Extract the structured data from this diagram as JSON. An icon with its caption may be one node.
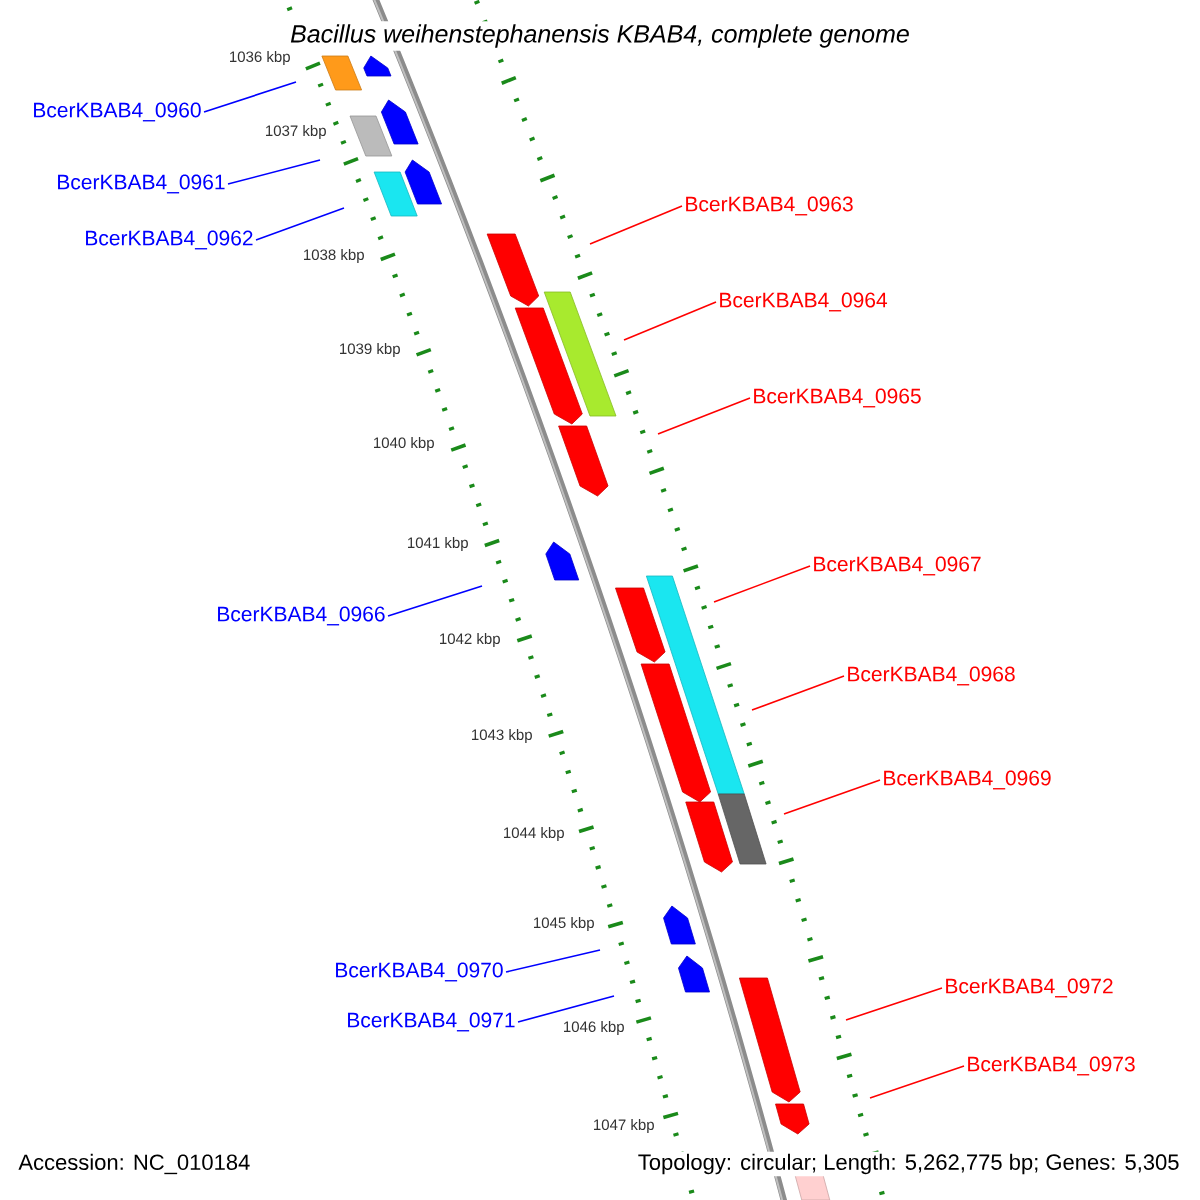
{
  "diagram": {
    "title": "Bacillus weihenstephanensis KBAB4, complete genome",
    "nodes": [
      {
        "text": [
          "BcerKBAB4_0960"
        ]
      },
      {
        "text": [
          "BcerKBAB4_0961"
        ]
      },
      {
        "text": [
          "BcerKBAB4_0962"
        ]
      },
      {
        "text": [
          "BcerKBAB4_0963"
        ]
      },
      {
        "text": [
          "BcerKBAB4_0964"
        ]
      },
      {
        "text": [
          "BcerKBAB4_0965"
        ]
      },
      {
        "text": [
          "BcerKBAB4_0967"
        ]
      },
      {
        "text": [
          "BcerKBAB4_0966"
        ]
      },
      {
        "text": [
          "BcerKBAB4_0968"
        ]
      },
      {
        "text": [
          "BcerKBAB4_0969"
        ]
      },
      {
        "text": [
          "BcerKBAB4_0970"
        ]
      },
      {
        "text": [
          "BcerKBAB4_0972"
        ]
      },
      {
        "text": [
          "BcerKBAB4_0971"
        ]
      },
      {
        "text": [
          "BcerKBAB4_0973"
        ]
      }
    ],
    "edges": [
      {
        "from": 0,
        "to": null,
        "arrow": "none",
        "color": "#0000ff"
      },
      {
        "from": 1,
        "to": null,
        "arrow": "none",
        "color": "#0000ff"
      },
      {
        "from": 2,
        "to": null,
        "arrow": "none",
        "color": "#0000ff"
      },
      {
        "from": 3,
        "to": null,
        "arrow": "none"
      },
      {
        "from": 4,
        "to": null,
        "arrow": "none"
      },
      {
        "from": 5,
        "to": null,
        "arrow": "none"
      },
      {
        "from": 6,
        "to": null,
        "arrow": "none"
      },
      {
        "from": 7,
        "to": null,
        "arrow": "none",
        "color": "#0000ff"
      },
      {
        "from": 8,
        "to": null,
        "arrow": "none"
      },
      {
        "from": 9,
        "to": null,
        "arrow": "none"
      },
      {
        "from": 10,
        "to": null,
        "arrow": "none",
        "color": "#0000ff"
      },
      {
        "from": 11,
        "to": null,
        "arrow": "none"
      },
      {
        "from": 12,
        "to": null,
        "arrow": "none",
        "color": "#0000ff"
      },
      {
        "from": 13,
        "to": null,
        "arrow": "none"
      }
    ],
    "labels": [
      "1036 kbp",
      "1037 kbp",
      "1038 kbp",
      "1039 kbp",
      "1040 kbp",
      "1041 kbp",
      "1042 kbp",
      "1043 kbp",
      "1044 kbp",
      "1045 kbp",
      "1046 kbp",
      "1047 kbp",
      "Accession: NC_010184",
      "Topology: circular; Length: 5,262,775 bp; Genes: 5,305"
    ]
  }
}
